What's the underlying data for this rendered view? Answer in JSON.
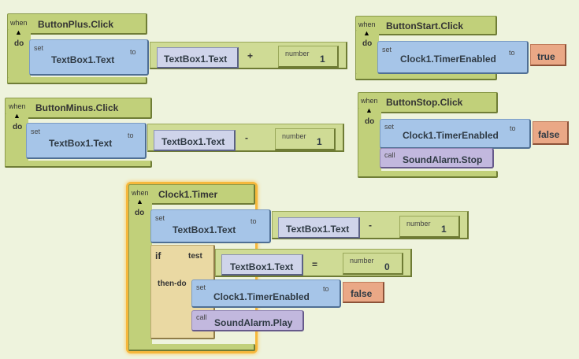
{
  "workspace": {
    "background_color": "#eef3dd",
    "colors": {
      "event": "#c1d07a",
      "setter": "#a6c5e8",
      "getter": "#cfd4ea",
      "math": "#cfdb95",
      "logic": "#eaa886",
      "call": "#c2b8de",
      "control": "#ead9a3",
      "selected_outline": "#f6b83c"
    }
  },
  "labels": {
    "when": "when",
    "do": "do",
    "set": "set",
    "to": "to",
    "call": "call",
    "number": "number",
    "if": "if",
    "test": "test",
    "then_do": "then-do",
    "collapse_glyph": "▲"
  },
  "blocks": {
    "button_plus": {
      "event": "ButtonPlus.Click",
      "set_target": "TextBox1.Text",
      "getter": "TextBox1.Text",
      "operator": "+",
      "number": "1"
    },
    "button_minus": {
      "event": "ButtonMinus.Click",
      "set_target": "TextBox1.Text",
      "getter": "TextBox1.Text",
      "operator": "-",
      "number": "1"
    },
    "button_start": {
      "event": "ButtonStart.Click",
      "set_target": "Clock1.TimerEnabled",
      "value": "true"
    },
    "button_stop": {
      "event": "ButtonStop.Click",
      "set_target": "Clock1.TimerEnabled",
      "value": "false",
      "call": "SoundAlarm.Stop"
    },
    "clock_timer": {
      "event": "Clock1.Timer",
      "selected": true,
      "set_target": "TextBox1.Text",
      "getter": "TextBox1.Text",
      "operator": "-",
      "number": "1",
      "if_test_getter": "TextBox1.Text",
      "if_test_operator": "=",
      "if_test_number": "0",
      "then_set_target": "Clock1.TimerEnabled",
      "then_value": "false",
      "then_call": "SoundAlarm.Play"
    }
  }
}
